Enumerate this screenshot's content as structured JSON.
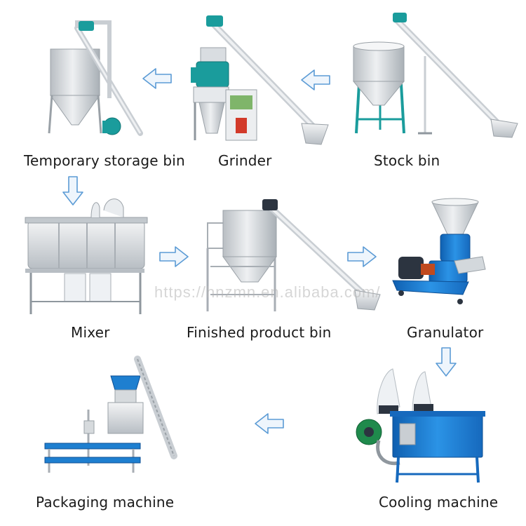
{
  "steps": [
    {
      "label": "Stock bin"
    },
    {
      "label": "Grinder"
    },
    {
      "label": "Temporary storage bin"
    },
    {
      "label": "Mixer"
    },
    {
      "label": "Finished product bin"
    },
    {
      "label": "Granulator"
    },
    {
      "label": "Cooling machine"
    },
    {
      "label": "Packaging machine"
    }
  ],
  "watermark": "https://hnzmn.en.alibaba.com/",
  "colors": {
    "arrow_stroke": "#5b9bd5",
    "arrow_fill": "#eef5fc",
    "steel": "#d4d8dc",
    "steel_dark": "#8f979e",
    "machine_blue": "#1e7fd0",
    "machine_teal": "#1a9c9c",
    "motor_dark": "#2c3440",
    "rust": "#c04a1f"
  },
  "icons": [
    "right-arrow-icon",
    "left-arrow-icon",
    "down-arrow-icon"
  ]
}
